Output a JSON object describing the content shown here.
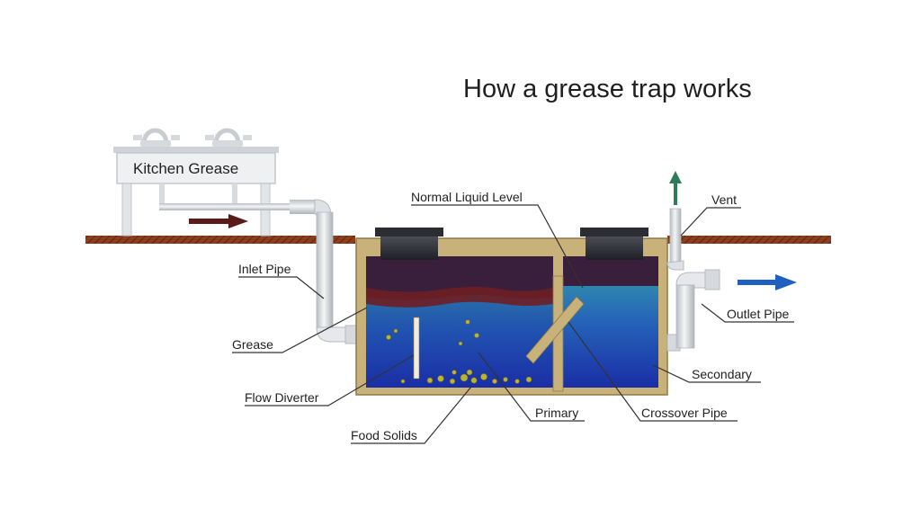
{
  "diagram": {
    "title": "How a grease trap works",
    "labels": {
      "kitchen_grease": "Kitchen Grease",
      "normal_liquid_level": "Normal Liquid Level",
      "vent": "Vent",
      "inlet_pipe": "Inlet Pipe",
      "outlet_pipe": "Outlet Pipe",
      "grease": "Grease",
      "secondary": "Secondary",
      "flow_diverter": "Flow Diverter",
      "primary": "Primary",
      "crossover_pipe": "Crossover Pipe",
      "food_solids": "Food Solids"
    },
    "colors": {
      "ground": "#8a3a1a",
      "tank_wall": "#c9b27a",
      "grease_layer": "#3a1f3d",
      "water_top": "#2e8a9a",
      "water_bottom": "#1b2fa8",
      "pipe": "#e4e6e8",
      "flow_arrow_in": "#5a1a1a",
      "flow_arrow_out": "#1f5fc0",
      "vent_arrow": "#2e7d5a"
    }
  }
}
